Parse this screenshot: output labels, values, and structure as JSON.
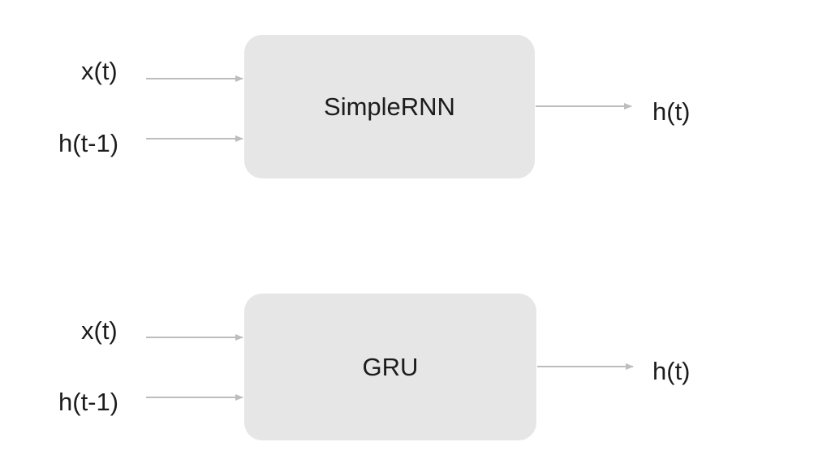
{
  "colors": {
    "background": "#ffffff",
    "block_fill": "#e6e6e6",
    "arrow": "#bdbdbd",
    "text": "#1c1c1c"
  },
  "blocks": [
    {
      "label": "SimpleRNN",
      "inputs": [
        "x(t)",
        "h(t-1)"
      ],
      "output": "h(t)"
    },
    {
      "label": "GRU",
      "inputs": [
        "x(t)",
        "h(t-1)"
      ],
      "output": "h(t)"
    }
  ]
}
